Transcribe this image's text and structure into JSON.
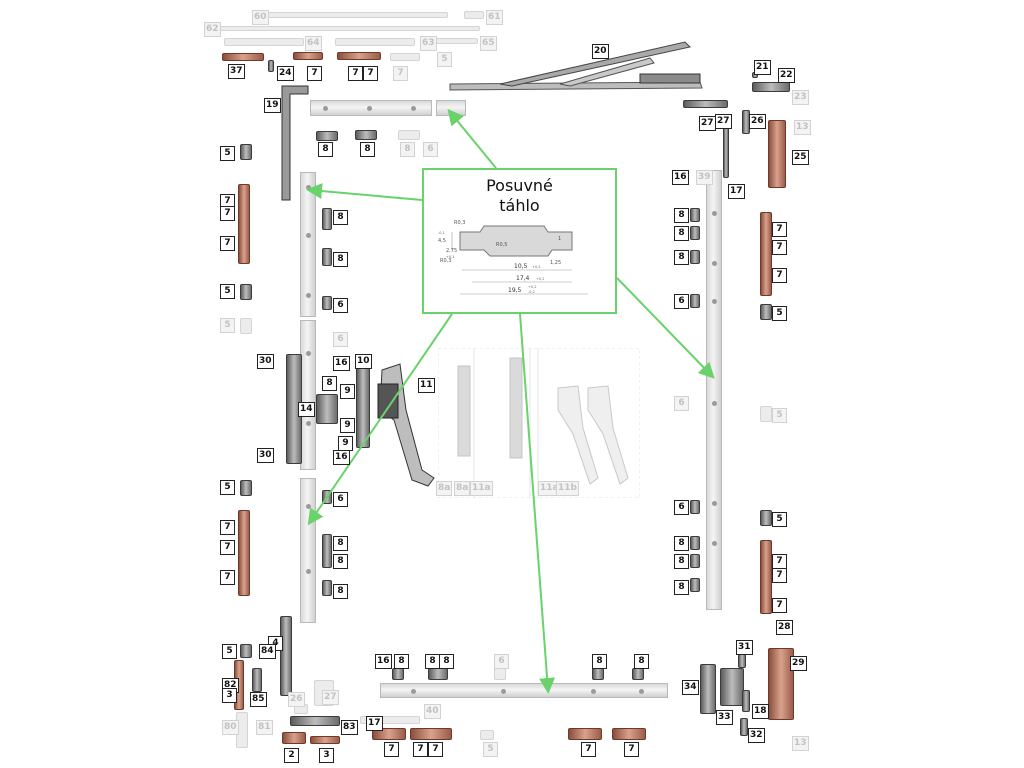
{
  "callout": {
    "title": "Posuvné\ntáhlo",
    "dimensions": {
      "d1": "R0,3",
      "d2": "4,5",
      "d3": "2,75",
      "d4": "R0,5",
      "d5": "R0,3",
      "d6": "10,5",
      "d7": "17,4",
      "d8": "19,5",
      "d9": "1,25",
      "d10": "1",
      "tol1": "+0,2",
      "tol2": "-0,1",
      "tol3": "+0,1",
      "tol4": "+0,2",
      "tol5": "+0,2",
      "tol6": "-0,2"
    }
  },
  "labels": [
    {
      "id": "60",
      "text": "60",
      "faded": true
    },
    {
      "id": "61",
      "text": "61",
      "faded": true
    },
    {
      "id": "62",
      "text": "62",
      "faded": true
    },
    {
      "id": "64",
      "text": "64",
      "faded": true
    },
    {
      "id": "63",
      "text": "63",
      "faded": true
    },
    {
      "id": "65",
      "text": "65",
      "faded": true
    },
    {
      "id": "5-top",
      "text": "5",
      "faded": true
    },
    {
      "id": "20",
      "text": "20",
      "faded": false
    },
    {
      "id": "37",
      "text": "37",
      "faded": false
    },
    {
      "id": "24",
      "text": "24",
      "faded": false
    },
    {
      "id": "7-a",
      "text": "7",
      "faded": false
    },
    {
      "id": "7-b",
      "text": "7",
      "faded": false
    },
    {
      "id": "7-c",
      "text": "7",
      "faded": false
    },
    {
      "id": "7-d",
      "text": "7",
      "faded": true
    },
    {
      "id": "21",
      "text": "21",
      "faded": false
    },
    {
      "id": "22",
      "text": "22",
      "faded": false
    },
    {
      "id": "23",
      "text": "23",
      "faded": true
    },
    {
      "id": "19",
      "text": "19",
      "faded": false
    },
    {
      "id": "27-a",
      "text": "27",
      "faded": false
    },
    {
      "id": "27-b",
      "text": "27",
      "faded": false
    },
    {
      "id": "26-a",
      "text": "26",
      "faded": false
    },
    {
      "id": "13-top",
      "text": "13",
      "faded": true
    },
    {
      "id": "8-t1",
      "text": "8",
      "faded": false
    },
    {
      "id": "8-t2",
      "text": "8",
      "faded": false
    },
    {
      "id": "8-t3",
      "text": "8",
      "faded": true
    },
    {
      "id": "6-t",
      "text": "6",
      "faded": true
    },
    {
      "id": "25",
      "text": "25",
      "faded": false
    },
    {
      "id": "5-l1",
      "text": "5",
      "faded": false
    },
    {
      "id": "16-r",
      "text": "16",
      "faded": false
    },
    {
      "id": "39",
      "text": "39",
      "faded": true
    },
    {
      "id": "17-r",
      "text": "17",
      "faded": false
    },
    {
      "id": "7-l1",
      "text": "7",
      "faded": false
    },
    {
      "id": "7-l2",
      "text": "7",
      "faded": false
    },
    {
      "id": "7-l3",
      "text": "7",
      "faded": false
    },
    {
      "id": "8-l1",
      "text": "8",
      "faded": false
    },
    {
      "id": "8-l2",
      "text": "8",
      "faded": false
    },
    {
      "id": "8-r1",
      "text": "8",
      "faded": false
    },
    {
      "id": "8-r2",
      "text": "8",
      "faded": false
    },
    {
      "id": "8-r3",
      "text": "8",
      "faded": false
    },
    {
      "id": "7-r1",
      "text": "7",
      "faded": false
    },
    {
      "id": "7-r2",
      "text": "7",
      "faded": false
    },
    {
      "id": "7-r3",
      "text": "7",
      "faded": false
    },
    {
      "id": "5-l2",
      "text": "5",
      "faded": false
    },
    {
      "id": "6-l1",
      "text": "6",
      "faded": false
    },
    {
      "id": "6-r1",
      "text": "6",
      "faded": false
    },
    {
      "id": "5-r1",
      "text": "5",
      "faded": false
    },
    {
      "id": "5-l3",
      "text": "5",
      "faded": true
    },
    {
      "id": "6-l2",
      "text": "6",
      "faded": true
    },
    {
      "id": "30-a",
      "text": "30",
      "faded": false
    },
    {
      "id": "16-a",
      "text": "16",
      "faded": false
    },
    {
      "id": "10",
      "text": "10",
      "faded": false
    },
    {
      "id": "8-m1",
      "text": "8",
      "faded": false
    },
    {
      "id": "9-a",
      "text": "9",
      "faded": false
    },
    {
      "id": "11",
      "text": "11",
      "faded": false
    },
    {
      "id": "14",
      "text": "14",
      "faded": false
    },
    {
      "id": "6-r2",
      "text": "6",
      "faded": true
    },
    {
      "id": "5-r2",
      "text": "5",
      "faded": true
    },
    {
      "id": "9-b",
      "text": "9",
      "faded": false
    },
    {
      "id": "9-c",
      "text": "9",
      "faded": false
    },
    {
      "id": "30-b",
      "text": "30",
      "faded": false
    },
    {
      "id": "16-b",
      "text": "16",
      "faded": false
    },
    {
      "id": "8a-1",
      "text": "8a",
      "faded": true
    },
    {
      "id": "8a-2",
      "text": "8a",
      "faded": true
    },
    {
      "id": "11a-1",
      "text": "11a",
      "faded": true
    },
    {
      "id": "11a-2",
      "text": "11a",
      "faded": true
    },
    {
      "id": "11b",
      "text": "11b",
      "faded": true
    },
    {
      "id": "5-l4",
      "text": "5",
      "faded": false
    },
    {
      "id": "6-l3",
      "text": "6",
      "faded": false
    },
    {
      "id": "6-r3",
      "text": "6",
      "faded": false
    },
    {
      "id": "5-r3",
      "text": "5",
      "faded": false
    },
    {
      "id": "7-l4",
      "text": "7",
      "faded": false
    },
    {
      "id": "7-l5",
      "text": "7",
      "faded": false
    },
    {
      "id": "7-l6",
      "text": "7",
      "faded": false
    },
    {
      "id": "8-l3",
      "text": "8",
      "faded": false
    },
    {
      "id": "8-l4",
      "text": "8",
      "faded": false
    },
    {
      "id": "8-l5",
      "text": "8",
      "faded": false
    },
    {
      "id": "8-r4",
      "text": "8",
      "faded": false
    },
    {
      "id": "8-r5",
      "text": "8",
      "faded": false
    },
    {
      "id": "8-r6",
      "text": "8",
      "faded": false
    },
    {
      "id": "7-r4",
      "text": "7",
      "faded": false
    },
    {
      "id": "7-r5",
      "text": "7",
      "faded": false
    },
    {
      "id": "7-r6",
      "text": "7",
      "faded": false
    },
    {
      "id": "28",
      "text": "28",
      "faded": false
    },
    {
      "id": "4",
      "text": "4",
      "faded": false
    },
    {
      "id": "84",
      "text": "84",
      "faded": false
    },
    {
      "id": "5-l5",
      "text": "5",
      "faded": false
    },
    {
      "id": "16-c",
      "text": "16",
      "faded": false
    },
    {
      "id": "8-b1",
      "text": "8",
      "faded": false
    },
    {
      "id": "8-b2",
      "text": "8",
      "faded": false
    },
    {
      "id": "8-b3",
      "text": "8",
      "faded": false
    },
    {
      "id": "6-b",
      "text": "6",
      "faded": true
    },
    {
      "id": "8-b4",
      "text": "8",
      "faded": false
    },
    {
      "id": "8-b5",
      "text": "8",
      "faded": false
    },
    {
      "id": "31",
      "text": "31",
      "faded": false
    },
    {
      "id": "29",
      "text": "29",
      "faded": false
    },
    {
      "id": "82",
      "text": "82",
      "faded": false
    },
    {
      "id": "3-a",
      "text": "3",
      "faded": false
    },
    {
      "id": "85",
      "text": "85",
      "faded": false
    },
    {
      "id": "26-b",
      "text": "26",
      "faded": true
    },
    {
      "id": "27-c",
      "text": "27",
      "faded": true
    },
    {
      "id": "34",
      "text": "34",
      "faded": false
    },
    {
      "id": "80",
      "text": "80",
      "faded": true
    },
    {
      "id": "81",
      "text": "81",
      "faded": true
    },
    {
      "id": "83",
      "text": "83",
      "faded": false
    },
    {
      "id": "40",
      "text": "40",
      "faded": true
    },
    {
      "id": "33",
      "text": "33",
      "faded": false
    },
    {
      "id": "18",
      "text": "18",
      "faded": false
    },
    {
      "id": "17-b",
      "text": "17",
      "faded": false
    },
    {
      "id": "32",
      "text": "32",
      "faded": false
    },
    {
      "id": "13-b",
      "text": "13",
      "faded": true
    },
    {
      "id": "2",
      "text": "2",
      "faded": false
    },
    {
      "id": "3-b",
      "text": "3",
      "faded": false
    },
    {
      "id": "7-b1",
      "text": "7",
      "faded": false
    },
    {
      "id": "7-b2",
      "text": "7",
      "faded": false
    },
    {
      "id": "7-b3",
      "text": "7",
      "faded": false
    },
    {
      "id": "5-b",
      "text": "5",
      "faded": true
    },
    {
      "id": "7-b4",
      "text": "7",
      "faded": false
    },
    {
      "id": "7-b5",
      "text": "7",
      "faded": false
    }
  ]
}
